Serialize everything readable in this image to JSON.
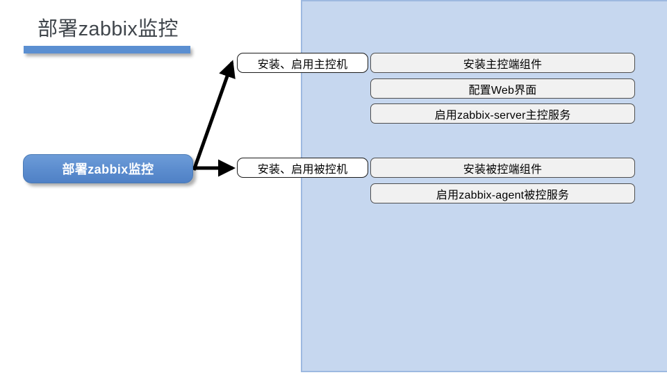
{
  "slide": {
    "title": "部署zabbix监控",
    "accent_color": "#5b8fd1",
    "panel_color": "#c6d7ef",
    "title_color": "#40464c"
  },
  "root": {
    "label": "部署zabbix监控"
  },
  "branches": [
    {
      "label": "安装、启用主控机",
      "items": [
        "安装主控端组件",
        "配置Web界面",
        "启用zabbix-server主控服务"
      ]
    },
    {
      "label": "安装、启用被控机",
      "items": [
        "安装被控端组件",
        "启用zabbix-agent被控服务"
      ]
    }
  ]
}
